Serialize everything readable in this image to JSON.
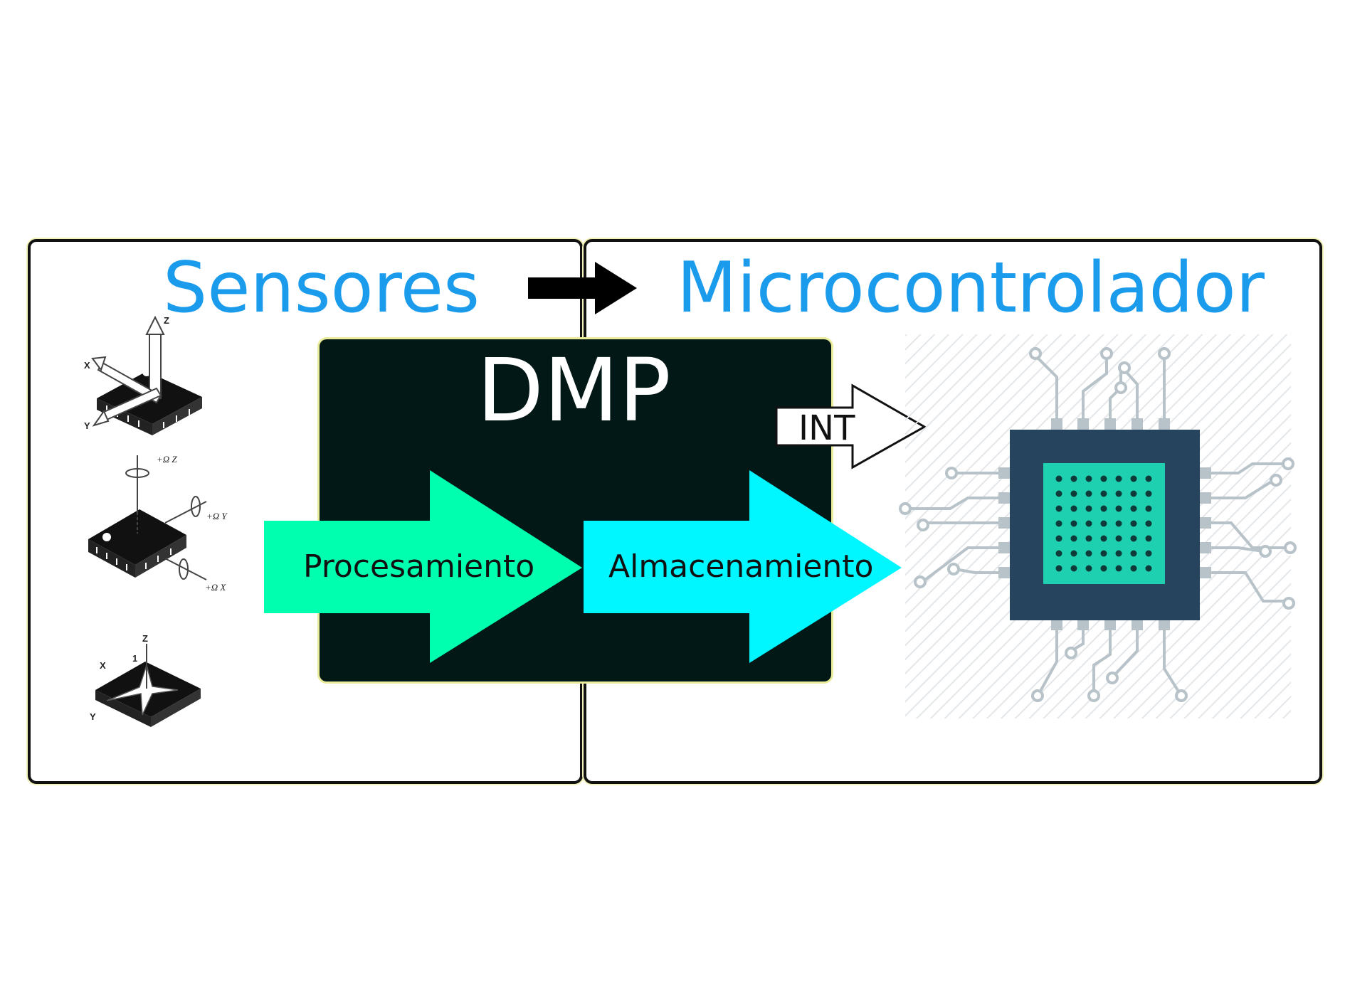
{
  "panels": {
    "left_title": "Sensores",
    "right_title": "Microcontrolador"
  },
  "dmp": {
    "title": "DMP",
    "steps": [
      "Procesamiento",
      "Almacenamiento"
    ]
  },
  "interrupt": {
    "label": "INT"
  },
  "sensor_icons": {
    "accel": {
      "labels": [
        "Z",
        "X",
        "Y"
      ]
    },
    "gyro": {
      "labels": [
        "+Ω Z",
        "+Ω Y",
        "+Ω X"
      ]
    },
    "mag": {
      "labels": [
        "Z",
        "1",
        "X",
        "Y"
      ]
    }
  },
  "colors": {
    "title_blue": "#1a9bec",
    "dmp_bg": "#021817",
    "proc_arrow": "#00ffaf",
    "alm_arrow": "#00f7ff",
    "chip_body": "#27445e",
    "chip_core": "#1fd0b0",
    "trace": "#b7c2c9"
  },
  "icons": [
    "flow-arrow-icon",
    "accelerometer-chip-icon",
    "gyroscope-chip-icon",
    "magnetometer-chip-icon",
    "microcontroller-chip-icon",
    "int-arrow-icon"
  ]
}
